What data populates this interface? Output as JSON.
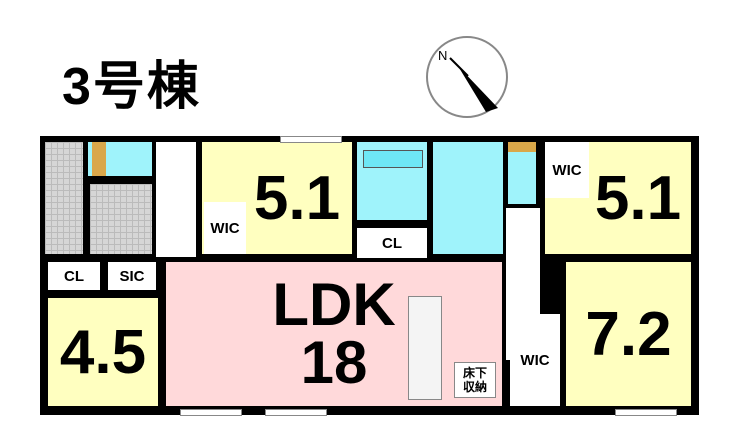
{
  "title": "3号棟",
  "compass": {
    "label": "N",
    "icon": "compass-arrow-icon"
  },
  "rooms": {
    "bedroom_top_left": "5.1",
    "bedroom_top_right": "5.1",
    "room_left": "4.5",
    "room_right": "7.2",
    "ldk_label": "LDK",
    "ldk_size": "18",
    "wic1": "WIC",
    "wic2": "WIC",
    "wic3": "WIC",
    "cl1": "CL",
    "cl2": "CL",
    "sic": "SIC",
    "underfloor": "床下\n収納"
  }
}
